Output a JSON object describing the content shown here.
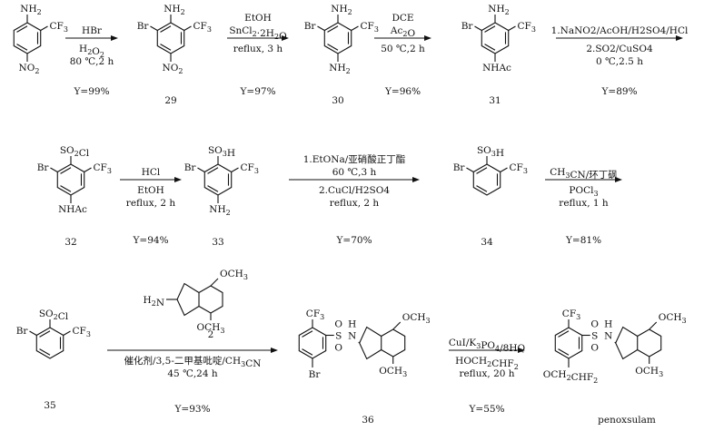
{
  "compounds": {
    "sm": {
      "top": "NH2",
      "right": "CF3",
      "bottom": "NO2"
    },
    "c29": {
      "number": "29",
      "top": "NH2",
      "left": "Br",
      "right": "CF3",
      "bottom": "NO2"
    },
    "c30": {
      "number": "30",
      "top": "NH2",
      "left": "Br",
      "right": "CF3",
      "bottom": "NH2"
    },
    "c31": {
      "number": "31",
      "top": "NH2",
      "left": "Br",
      "right": "CF3",
      "bottom": "NHAc"
    },
    "c32": {
      "number": "32",
      "top": "SO2Cl",
      "left": "Br",
      "right": "CF3",
      "bottom": "NHAc"
    },
    "c33": {
      "number": "33",
      "top": "SO3H",
      "left": "Br",
      "right": "CF3",
      "bottom": "NH2"
    },
    "c34": {
      "number": "34",
      "top": "SO3H",
      "left": "Br",
      "right": "CF3"
    },
    "c35": {
      "number": "35",
      "top": "SO2Cl",
      "left": "Br",
      "right": "CF3"
    },
    "c2": {
      "number": "2",
      "amine": "H2N",
      "ome_top": "OCH3",
      "ome_bottom": "OCH3"
    },
    "c36": {
      "number": "36",
      "cf3": "CF3",
      "so2": "S",
      "o_top": "O",
      "o_bottom": "O",
      "nh": "N",
      "h": "H",
      "br": "Br",
      "ome_top": "OCH3",
      "ome_bottom": "OCH3"
    },
    "penoxsulam": {
      "name": "penoxsulam",
      "cf3": "CF3",
      "so2": "S",
      "o_top": "O",
      "o_bottom": "O",
      "nh": "N",
      "h": "H",
      "side": "OCH2CHF2",
      "ome_top": "OCH3",
      "ome_bottom": "OCH3"
    }
  },
  "steps": [
    {
      "id": "s1",
      "above": [
        "HBr"
      ],
      "below": [
        "H2O2",
        "80 ℃,2 h"
      ],
      "yield": "Y=99%"
    },
    {
      "id": "s2",
      "above": [
        "EtOH",
        "SnCl2·2H2O"
      ],
      "below": [
        "reflux, 3 h"
      ],
      "yield": "Y=97%"
    },
    {
      "id": "s3",
      "above": [
        "DCE",
        "Ac2O"
      ],
      "below": [
        "50 ℃,2 h"
      ],
      "yield": "Y=96%"
    },
    {
      "id": "s4",
      "above": [
        "1.NaNO2/AcOH/H2SO4/HCl"
      ],
      "below": [
        "2.SO2/CuSO4",
        "0 ℃,2.5 h"
      ],
      "yield": "Y=89%"
    },
    {
      "id": "s5",
      "above": [
        "HCl"
      ],
      "below": [
        "EtOH",
        "reflux, 2 h"
      ],
      "yield": "Y=94%"
    },
    {
      "id": "s6",
      "above": [
        "1.EtONa/亚硝酸正丁酯",
        "60 ℃,3 h"
      ],
      "below": [
        "2.CuCl/H2SO4",
        "reflux, 2 h"
      ],
      "yield": "Y=70%"
    },
    {
      "id": "s7",
      "above": [
        "CH3CN/环丁砜"
      ],
      "below": [
        "POCl3",
        "reflux, 1 h"
      ],
      "yield": "Y=81%"
    },
    {
      "id": "s8",
      "above": [],
      "below": [
        "催化剂/3,5-二甲基吡啶/CH3CN",
        "45 ℃,24 h"
      ],
      "yield": "Y=93%"
    },
    {
      "id": "s9",
      "above": [
        "CuI/K3PO4/8HQ"
      ],
      "below": [
        "HOCH2CHF2",
        "reflux, 20 h"
      ],
      "yield": "Y=55%"
    }
  ]
}
